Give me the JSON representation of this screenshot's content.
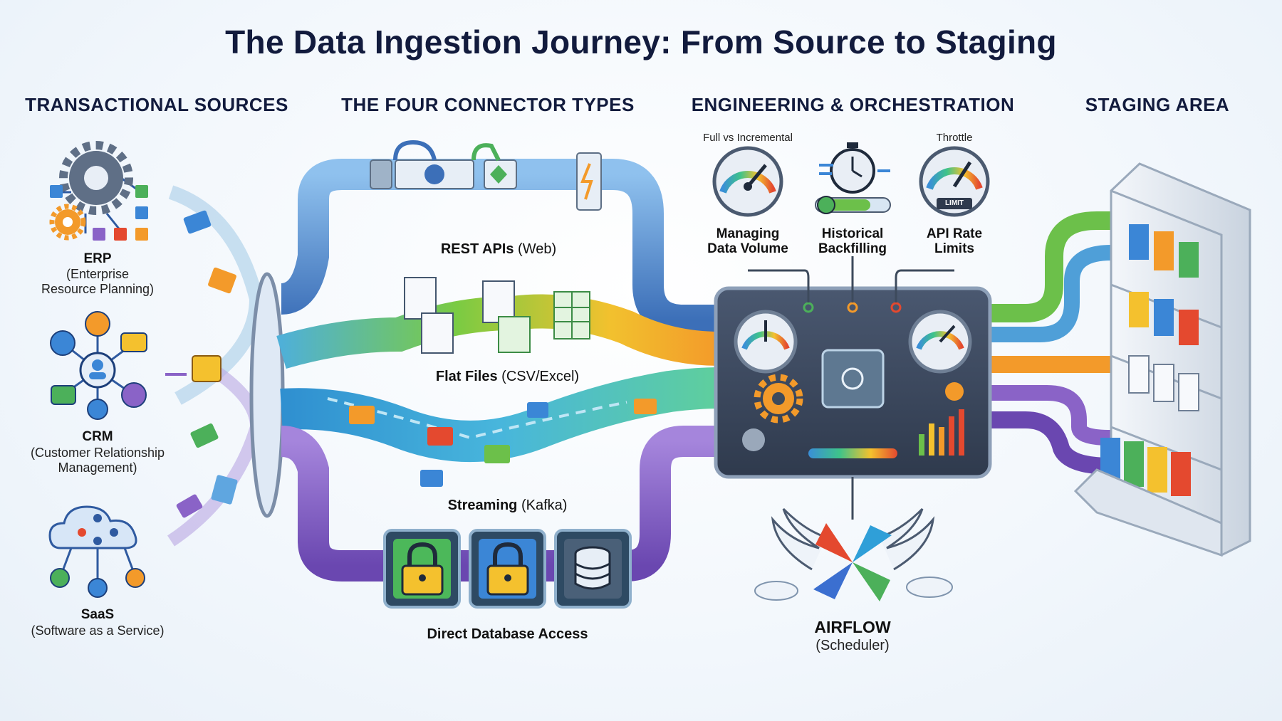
{
  "title": "The Data Ingestion Journey: From Source to Staging",
  "columns": {
    "sources": "TRANSACTIONAL SOURCES",
    "connectors": "THE FOUR CONNECTOR TYPES",
    "engineering": "ENGINEERING & ORCHESTRATION",
    "staging": "STAGING AREA"
  },
  "sources": [
    {
      "name": "ERP",
      "desc1": "(Enterprise",
      "desc2": "Resource Planning)"
    },
    {
      "name": "CRM",
      "desc1": "(Customer Relationship",
      "desc2": "Management)"
    },
    {
      "name": "SaaS",
      "desc1": "(Software as a Service)",
      "desc2": ""
    }
  ],
  "connectors": [
    {
      "name": "REST APIs",
      "detail": "(Web)"
    },
    {
      "name": "Flat Files",
      "detail": "(CSV/Excel)"
    },
    {
      "name": "Streaming",
      "detail": "(Kafka)"
    },
    {
      "name": "Direct Database Access",
      "detail": ""
    }
  ],
  "engineering": {
    "items": [
      {
        "small": "Full vs Incremental",
        "line1": "Managing",
        "line2": "Data Volume"
      },
      {
        "small": "",
        "line1": "Historical",
        "line2": "Backfilling"
      },
      {
        "small": "Throttle",
        "line1": "API Rate",
        "line2": "Limits"
      }
    ],
    "gauge_text": "LIMIT"
  },
  "scheduler": {
    "name": "AIRFLOW",
    "sub": "(Scheduler)"
  },
  "colors": {
    "pipe_blue": "#4f86c9",
    "pipe_green": "#6cc04a",
    "pipe_orange": "#f4a62a",
    "pipe_stream": "#3fa8d8",
    "pipe_purple": "#8a63c7",
    "panel": "#3d4a5c",
    "title": "#121b3d"
  }
}
